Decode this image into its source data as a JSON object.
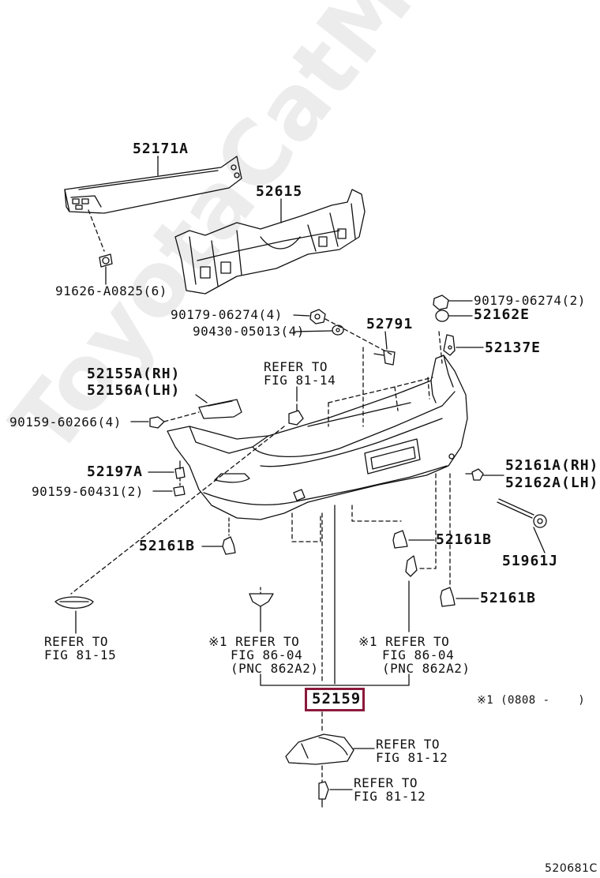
{
  "watermark": "ToyotaCatMine.ru",
  "diagram_id": "520681C",
  "footnote": "※1 (0808 -    )",
  "highlight_part": "52159",
  "labels": {
    "p52171A": "52171A",
    "p52615": "52615",
    "p91626": "91626-A0825(6)",
    "p90179a": "90179-06274(4)",
    "p90430": "90430-05013(4)",
    "p52791": "52791",
    "p90179b": "90179-06274(2)",
    "p52162E": "52162E",
    "p52137E": "52137E",
    "p52155A": "52155A(RH)",
    "p52156A": "52156A(LH)",
    "ref8114_1": "REFER TO",
    "ref8114_2": "FIG 81-14",
    "p90159a": "90159-60266(4)",
    "p52197A": "52197A",
    "p90159b": "90159-60431(2)",
    "p52161A": "52161A(RH)",
    "p52162A": "52162A(LH)",
    "p52161B_1": "52161B",
    "p52161B_2": "52161B",
    "p51961J": "51961J",
    "p52161B_3": "52161B",
    "ref8115_1": "REFER TO",
    "ref8115_2": "FIG 81-15",
    "refL_1": "※1 REFER TO",
    "refL_2": "FIG 86-04",
    "refL_3": "(PNC 862A2)",
    "refR_1": "※1 REFER TO",
    "refR_2": "FIG 86-04",
    "refR_3": "(PNC 862A2)",
    "ref8112a_1": "REFER TO",
    "ref8112a_2": "FIG 81-12",
    "ref8112b_1": "REFER TO",
    "ref8112b_2": "FIG 81-12"
  }
}
